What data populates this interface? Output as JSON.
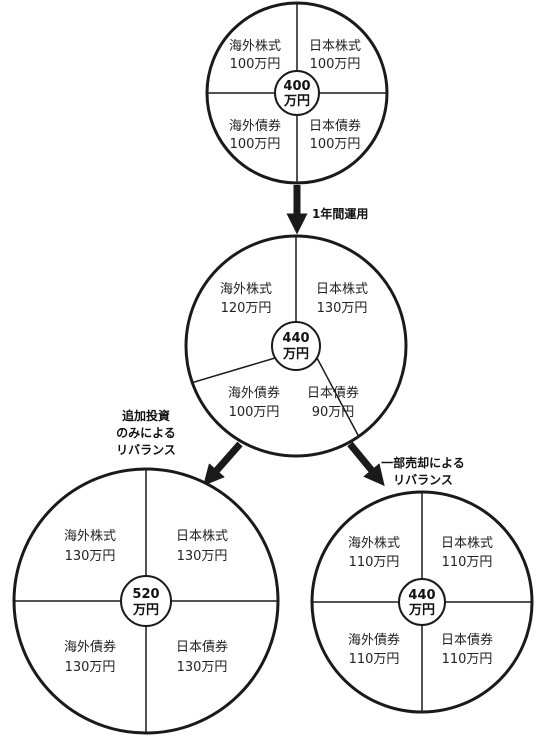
{
  "diagram": {
    "initial": {
      "total": "400",
      "unit": "万円",
      "tl_name": "海外株式",
      "tl_val": "100万円",
      "tr_name": "日本株式",
      "tr_val": "100万円",
      "bl_name": "海外債券",
      "bl_val": "100万円",
      "br_name": "日本債券",
      "br_val": "100万円"
    },
    "after_year": {
      "total": "440",
      "unit": "万円",
      "tl_name": "海外株式",
      "tl_val": "120万円",
      "tr_name": "日本株式",
      "tr_val": "130万円",
      "bl_name": "海外債券",
      "bl_val": "100万円",
      "br_name": "日本債券",
      "br_val": "90万円"
    },
    "rebalance_add": {
      "total": "520",
      "unit": "万円",
      "tl_name": "海外株式",
      "tl_val": "130万円",
      "tr_name": "日本株式",
      "tr_val": "130万円",
      "bl_name": "海外債券",
      "bl_val": "130万円",
      "br_name": "日本債券",
      "br_val": "130万円"
    },
    "rebalance_sell": {
      "total": "440",
      "unit": "万円",
      "tl_name": "海外株式",
      "tl_val": "110万円",
      "tr_name": "日本株式",
      "tr_val": "110万円",
      "bl_name": "海外債券",
      "bl_val": "110万円",
      "br_name": "日本債券",
      "br_val": "110万円"
    },
    "arrow_labels": {
      "year": "1年間運用",
      "add_1": "追加投資",
      "add_2": "のみによる",
      "add_3": "リバランス",
      "sell_1": "一部売却による",
      "sell_2": "リバランス"
    }
  }
}
